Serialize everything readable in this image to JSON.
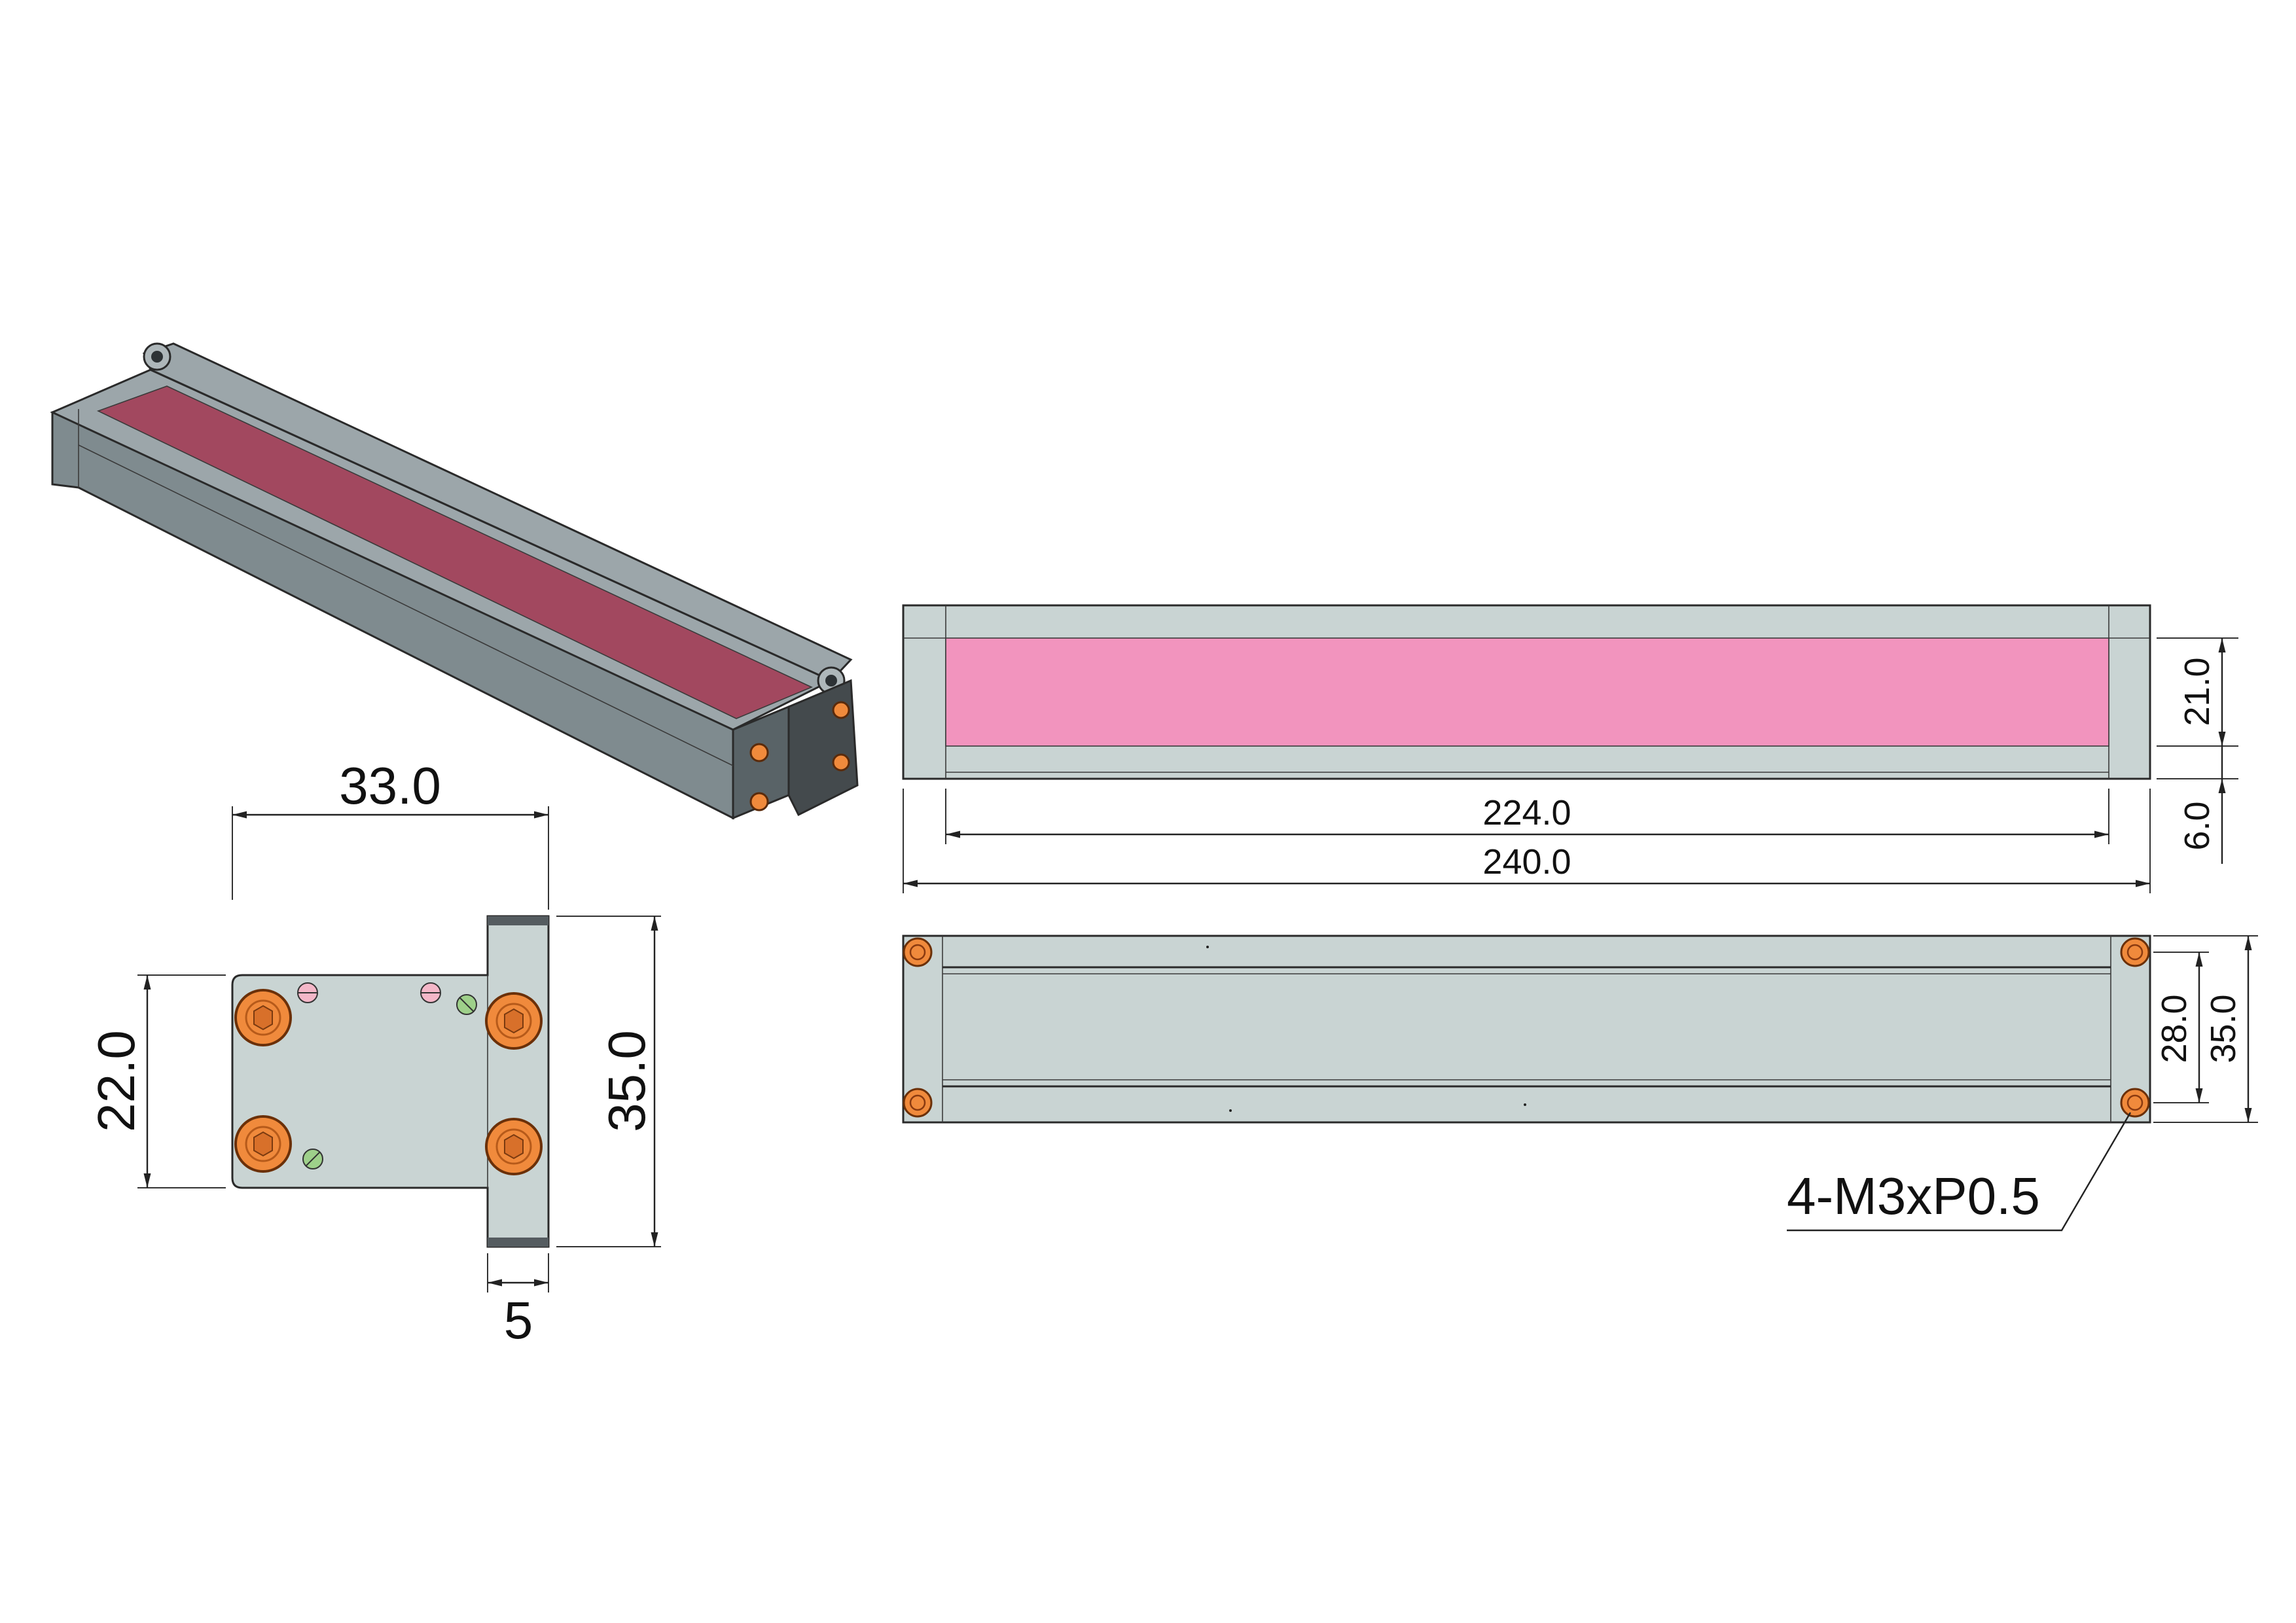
{
  "colors": {
    "body_view_fill": "#c9d4d3",
    "emitter_view_fill": "#f294be",
    "body_iso_fill": "#7f8b8f",
    "body_iso_top": "#9ca6aa",
    "body_iso_dark": "#596367",
    "emitter_iso_fill": "#a2485f",
    "end_cap_dark": "#444a4d",
    "screw_orange": "#f08a3c",
    "screw_ring": "#b65a1a",
    "indicator_pink": "#f4b7c8",
    "indicator_green": "#9ed08a"
  },
  "views": {
    "isometric": {
      "name": "isometric-view"
    },
    "end_view": {
      "width_dim": "33.0",
      "height_inner_dim": "22.0",
      "height_total_dim": "35.0",
      "flange_dim": "5"
    },
    "front_view": {
      "emitter_length_dim": "224.0",
      "total_length_dim": "240.0",
      "emitter_height_dim": "21.0",
      "base_height_dim": "6.0"
    },
    "top_view": {
      "inner_height_dim": "28.0",
      "total_height_dim": "35.0",
      "thread_callout": "4-M3xP0.5"
    }
  }
}
